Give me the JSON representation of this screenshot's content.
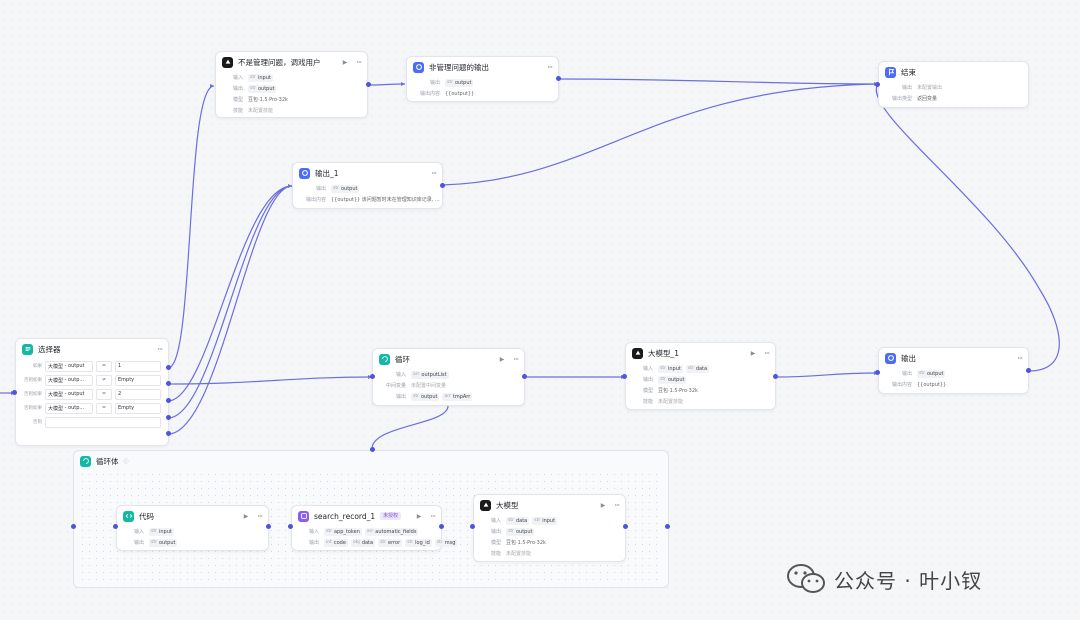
{
  "nodes": {
    "not_admin": {
      "title": "不是管理问题，调戏用户",
      "rows": [
        {
          "label": "输入",
          "tag_type": "str",
          "tag": "input"
        },
        {
          "label": "输出",
          "tag_type": "str",
          "tag": "output"
        },
        {
          "label": "模型",
          "value": "豆包·1.5·Pro·32k"
        },
        {
          "label": "技能",
          "value": "未配置技能"
        }
      ]
    },
    "not_admin_output": {
      "title": "非管理问题的输出",
      "rows": [
        {
          "label": "输出",
          "tag_type": "str",
          "tag": "output"
        },
        {
          "label": "输出内容",
          "value": "{{output}}"
        }
      ]
    },
    "end": {
      "title": "结束",
      "rows": [
        {
          "label": "输出",
          "value": "未配置输出"
        },
        {
          "label": "输出类型",
          "value": "返回变量"
        }
      ]
    },
    "output1": {
      "title": "输出_1",
      "rows": [
        {
          "label": "输出",
          "tag_type": "str",
          "tag": "output"
        },
        {
          "label": "输出内容",
          "value": "{{output}} 该问题暂时未在管理知识库记录, ..."
        }
      ]
    },
    "selector": {
      "title": "选择器",
      "rows": [
        {
          "label": "如果",
          "field": "大模型",
          "sep": "-",
          "var": "output",
          "op": "=",
          "value": "1"
        },
        {
          "label": "否则如果",
          "field": "大模型",
          "sep": "-",
          "var": "outp...",
          "op": "≠",
          "value": "Empty"
        },
        {
          "label": "否则如果",
          "field": "大模型",
          "sep": "-",
          "var": "output",
          "op": "=",
          "value": "2"
        },
        {
          "label": "否则如果",
          "field": "大模型",
          "sep": "-",
          "var": "outp...",
          "op": "=",
          "value": "Empty"
        },
        {
          "label": "否则",
          "value": ""
        }
      ]
    },
    "loop": {
      "title": "循环",
      "rows": [
        {
          "label": "输入",
          "tag_type": "arr",
          "tag": "outputList"
        },
        {
          "label": "中间变量",
          "value": "未配置中间变量"
        },
        {
          "label": "输出",
          "tag_type": "str",
          "tag": "output",
          "tag2_type": "arr",
          "tag2": "tmpArr"
        }
      ]
    },
    "llm1": {
      "title": "大模型_1",
      "rows": [
        {
          "label": "输入",
          "tag_type": "str",
          "tag": "input",
          "tag2_type": "str",
          "tag2": "data"
        },
        {
          "label": "输出",
          "tag_type": "str",
          "tag": "output"
        },
        {
          "label": "模型",
          "value": "豆包·1.5·Pro·32k"
        },
        {
          "label": "技能",
          "value": "未配置技能"
        }
      ]
    },
    "output2": {
      "title": "输出",
      "rows": [
        {
          "label": "输出",
          "tag_type": "str",
          "tag": "output"
        },
        {
          "label": "输出内容",
          "value": "{{output}}"
        }
      ]
    },
    "loop_body": {
      "title": "循环体"
    },
    "code": {
      "title": "代码",
      "rows": [
        {
          "label": "输入",
          "tag_type": "str",
          "tag": "input"
        },
        {
          "label": "输出",
          "tag_type": "str",
          "tag": "output"
        }
      ]
    },
    "search": {
      "title": "search_record_1",
      "badge": "未授权",
      "rows": [
        {
          "label": "输入",
          "tag_type": "str",
          "tag": "app_token",
          "tag2_type": "arr",
          "tag2": "automatic_fields"
        },
        {
          "label": "输出",
          "tag_type": "int",
          "tag": "code",
          "tag2_type": "obj",
          "tag2": "data",
          "tag3_type": "str",
          "tag3": "error",
          "tag4_type": "str",
          "tag4": "log_id",
          "tag5_type": "str",
          "tag5": "msg"
        }
      ]
    },
    "llm": {
      "title": "大模型",
      "rows": [
        {
          "label": "输入",
          "tag_type": "str",
          "tag": "data",
          "tag2_type": "str",
          "tag2": "input"
        },
        {
          "label": "输出",
          "tag_type": "str",
          "tag": "output"
        },
        {
          "label": "模型",
          "value": "豆包·1.5·Pro·32k"
        },
        {
          "label": "技能",
          "value": "未配置技能"
        }
      ]
    }
  },
  "watermark": {
    "text": "公众号 · 叶小钗"
  },
  "colors": {
    "wire": "#5b5fd6",
    "port": "#4f55d9"
  }
}
